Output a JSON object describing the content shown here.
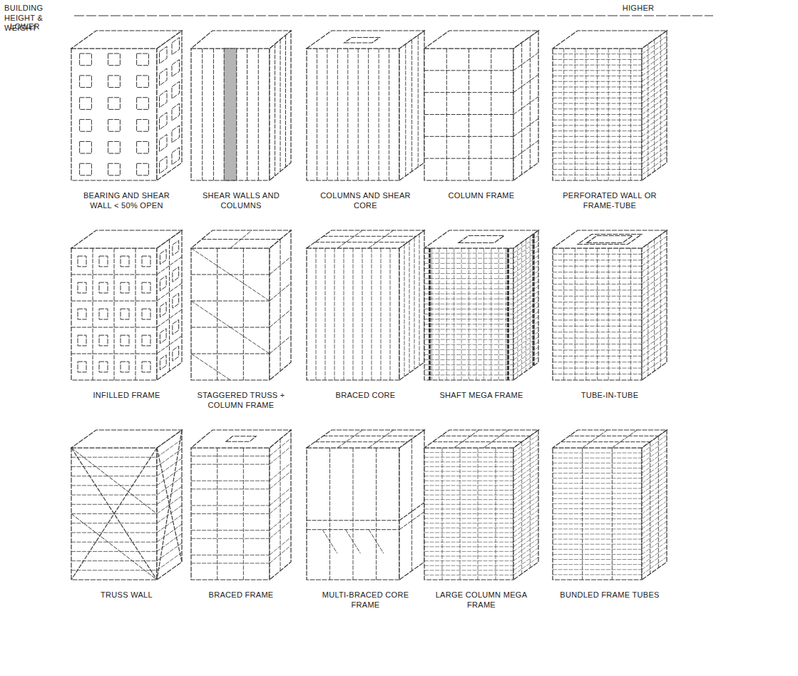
{
  "diagram": {
    "labels": [
      "BUILDING HEIGHT & WEIGHT",
      "LOWER",
      "HIGHER",
      "BEARING AND SHEAR WALL < 50% OPEN",
      "SHEAR WALLS AND COLUMNS",
      "COLUMNS AND SHEAR CORE",
      "COLUMN FRAME",
      "PERFORATED WALL OR FRAME-TUBE",
      "INFILLED FRAME",
      "STAGGERED TRUSS + COLUMN FRAME",
      "BRACED CORE",
      "SHAFT MEGA FRAME",
      "TUBE-IN-TUBE",
      "TRUSS WALL",
      "BRACED FRAME",
      "MULTI-BRACED CORE FRAME",
      "LARGE COLUMN MEGA FRAME",
      "BUNDLED FRAME TUBES"
    ]
  }
}
